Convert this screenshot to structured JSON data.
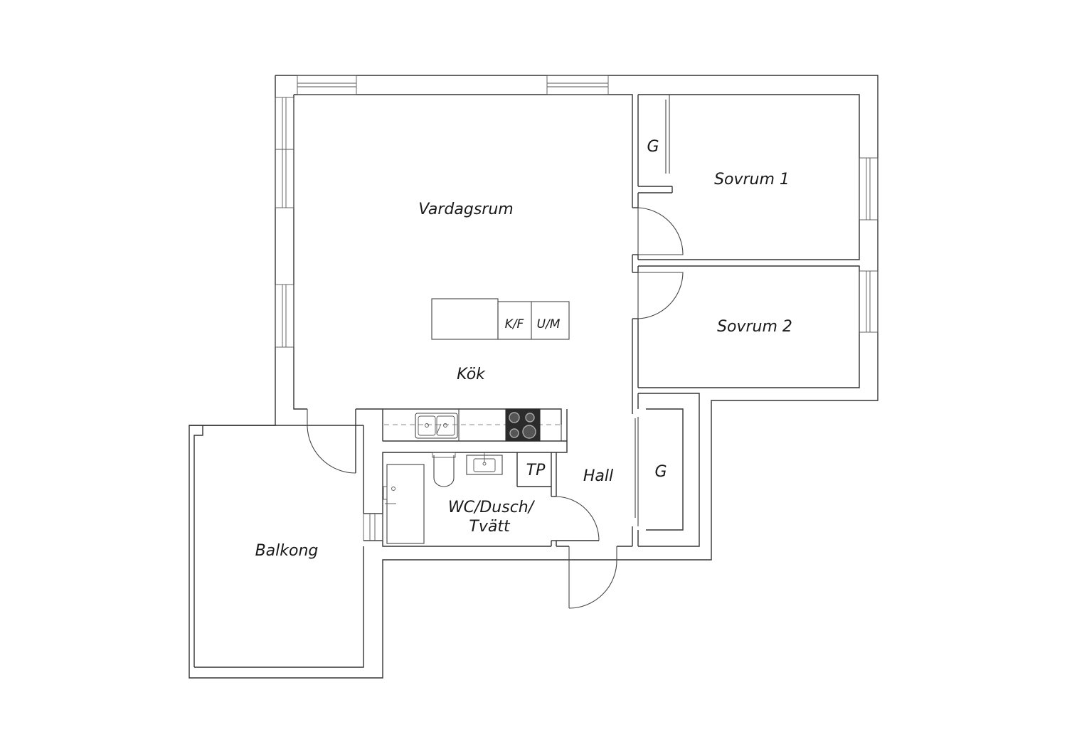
{
  "rooms": {
    "vardagsrum": "Vardagsrum",
    "kok": "Kök",
    "sovrum1": "Sovrum 1",
    "sovrum2": "Sovrum 2",
    "hall": "Hall",
    "wc_line1": "WC/Dusch/",
    "wc_line2": "Tvätt",
    "balkong": "Balkong",
    "garderob_upper": "G",
    "garderob_lower": "G"
  },
  "fixtures": {
    "kf": "K/F",
    "um": "U/M",
    "tp": "TP"
  },
  "colors": {
    "wall": "#333333",
    "hob": "#2b2b2b"
  }
}
